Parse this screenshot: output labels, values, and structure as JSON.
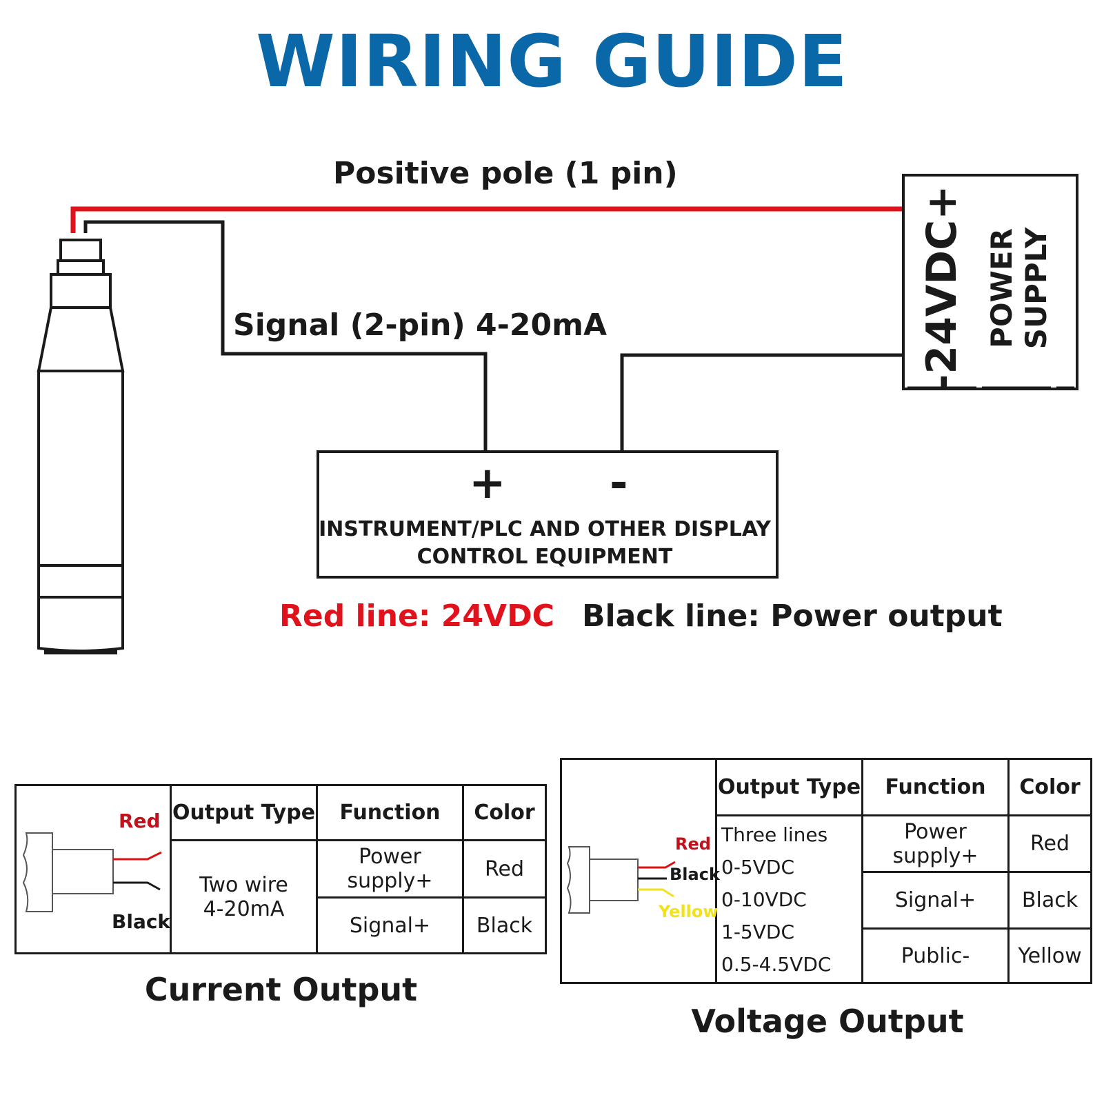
{
  "title": "WIRING GUIDE",
  "diagram": {
    "positive_pole_label": "Positive pole (1 pin)",
    "signal_label": "Signal (2-pin) 4-20mA",
    "equipment": {
      "plus": "+",
      "minus": "-",
      "line1": "INSTRUMENT/PLC AND OTHER DISPLAY",
      "line2": "CONTROL EQUIPMENT"
    },
    "power_supply": {
      "voltage": "-24VDC+",
      "line1": "POWER",
      "line2": "SUPPLY"
    },
    "legend_red": "Red line: 24VDC",
    "legend_black": "Black line: Power output"
  },
  "current_output": {
    "caption": "Current Output",
    "wire_labels": {
      "red": "Red",
      "black": "Black"
    },
    "headers": [
      "Output Type",
      "Function",
      "Color"
    ],
    "output_type_line1": "Two wire",
    "output_type_line2": "4-20mA",
    "rows": [
      {
        "function": "Power supply+",
        "color": "Red"
      },
      {
        "function": "Signal+",
        "color": "Black"
      }
    ]
  },
  "voltage_output": {
    "caption": "Voltage Output",
    "wire_labels": {
      "red": "Red",
      "black": "Black",
      "yellow": "Yellow"
    },
    "headers": [
      "Output Type",
      "Function",
      "Color"
    ],
    "output_types": [
      "Three lines",
      "0-5VDC",
      "0-10VDC",
      "1-5VDC",
      "0.5-4.5VDC"
    ],
    "rows": [
      {
        "function": "Power supply+",
        "color": "Red"
      },
      {
        "function": "Signal+",
        "color": "Black"
      },
      {
        "function": "Public-",
        "color": "Yellow"
      }
    ]
  },
  "colors": {
    "title_blue": "#0a67a8",
    "red_wire": "#e0121b",
    "yellow_wire": "#f2e21a",
    "line": "#1a1a1a"
  }
}
